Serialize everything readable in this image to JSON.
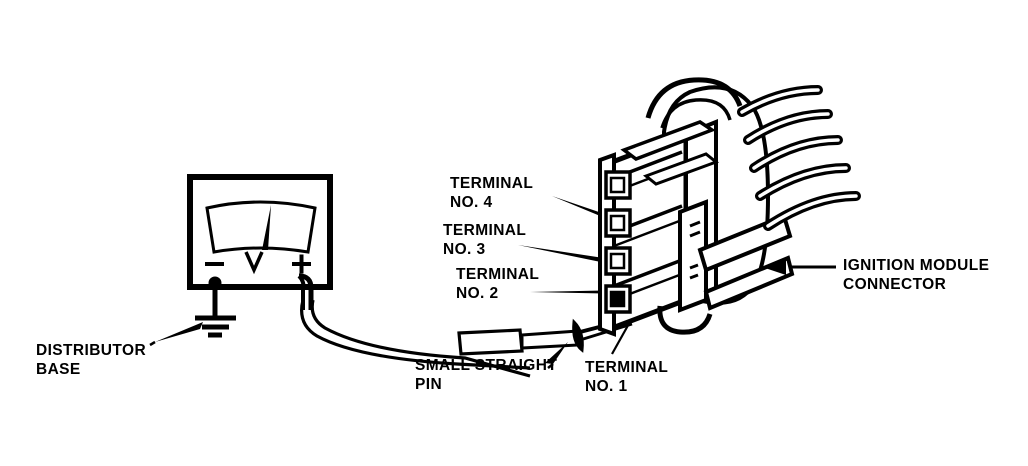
{
  "diagram": {
    "title": "Ignition module connector voltmeter test",
    "background_color": "#ffffff",
    "line_color": "#000000"
  },
  "labels": {
    "terminal_4": "TERMINAL\nNO. 4",
    "terminal_3": "TERMINAL\nNO. 3",
    "terminal_2": "TERMINAL\nNO. 2",
    "terminal_1": "TERMINAL\nNO. 1",
    "small_straight_pin": "SMALL STRAIGHT\nPIN",
    "distributor_base": "DISTRIBUTOR\nBASE",
    "ignition_module_connector": "IGNITION MODULE\nCONNECTOR"
  },
  "meter": {
    "unit_symbol": "V",
    "negative_symbol": "−",
    "positive_symbol": "+",
    "type": "analog-voltmeter"
  },
  "connector": {
    "terminal_count": 4,
    "wire_count": 5,
    "terminal_labels": [
      "NO. 1",
      "NO. 2",
      "NO. 3",
      "NO. 4"
    ]
  }
}
